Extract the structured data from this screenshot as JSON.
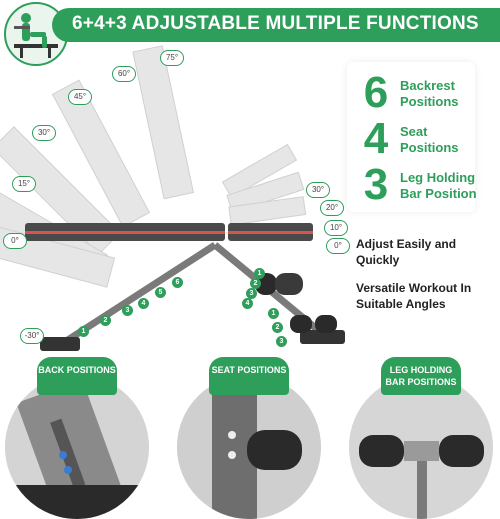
{
  "header": {
    "title": "6+4+3 ADJUSTABLE MULTIPLE FUNCTIONS"
  },
  "angles": {
    "back": [
      "75°",
      "60°",
      "45°",
      "30°",
      "15°",
      "0°",
      "-30°"
    ],
    "seat": [
      "30°",
      "20°",
      "10°",
      "0°"
    ]
  },
  "features": [
    {
      "number": "6",
      "line1": "Backrest",
      "line2": "Positions"
    },
    {
      "number": "4",
      "line1": "Seat",
      "line2": "Positions"
    },
    {
      "number": "3",
      "line1": "Leg Holding",
      "line2": "Bar Position"
    }
  ],
  "notes": {
    "adjust": "Adjust Easily and Quickly",
    "versatile": "Versatile Workout In Suitable Angles"
  },
  "back_markers": [
    "1",
    "2",
    "3",
    "4",
    "5",
    "6"
  ],
  "seat_markers": [
    "1",
    "2",
    "3",
    "4"
  ],
  "leg_markers": [
    "1",
    "2",
    "3"
  ],
  "panels": {
    "back": "BACK POSITIONS",
    "seat": "SEAT POSITIONS",
    "leg": "LEG HOLDING BAR POSITIONS"
  },
  "colors": {
    "accent": "#2e9e5b",
    "pad": "#bcbcbc",
    "frame": "#6a6a6a"
  }
}
